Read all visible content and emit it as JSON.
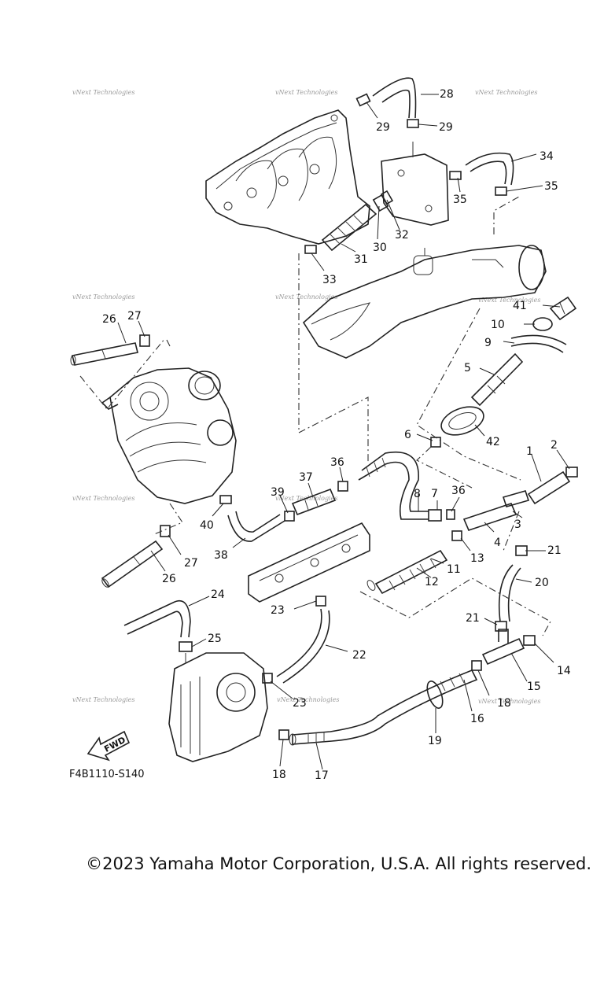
{
  "diagram": {
    "part_code": "F4B1110-S140",
    "fwd_label": "FWD",
    "watermark": "vNext Technologies",
    "callouts": [
      "28",
      "29",
      "29",
      "34",
      "35",
      "35",
      "30",
      "32",
      "31",
      "33",
      "27",
      "26",
      "41",
      "10",
      "9",
      "5",
      "42",
      "6",
      "1",
      "2",
      "36",
      "37",
      "39",
      "40",
      "38",
      "8",
      "7",
      "36",
      "3",
      "4",
      "13",
      "11",
      "12",
      "21",
      "20",
      "27",
      "26",
      "24",
      "23",
      "25",
      "22",
      "21",
      "14",
      "15",
      "23",
      "18",
      "16",
      "19",
      "18",
      "17"
    ]
  },
  "copyright": "©2023 Yamaha Motor Corporation, U.S.A. All rights reserved."
}
